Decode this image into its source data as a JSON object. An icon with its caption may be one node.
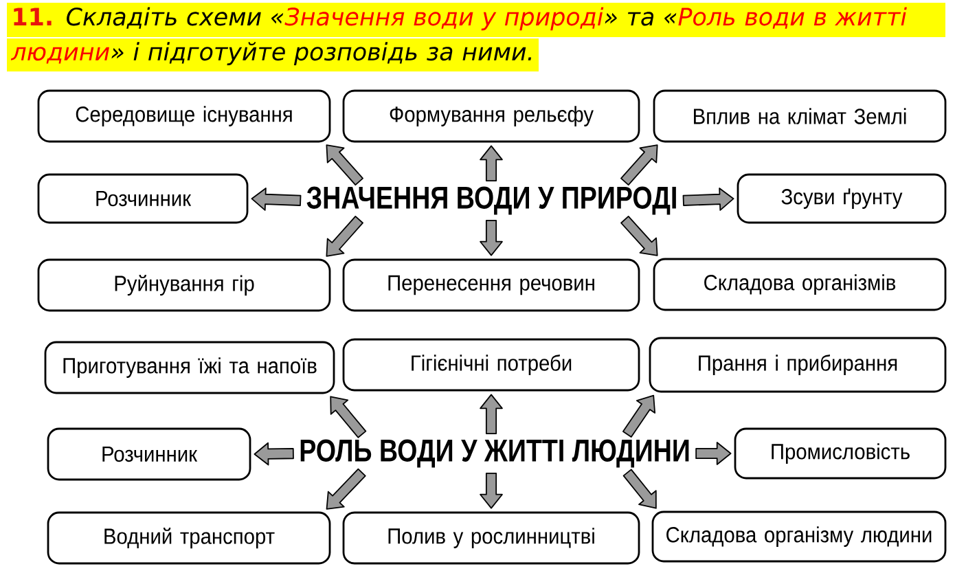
{
  "diagram": {
    "title": "**11.** Складіть схеми «Значення води у природі» та «Роль води в житті людини» і підготуйте розповідь за ними.",
    "nodes": [
      {
        "text": [
          "Середовище існування"
        ]
      },
      {
        "text": [
          "Формування рельєфу"
        ]
      },
      {
        "text": [
          "Вплив на клімат Землі"
        ]
      },
      {
        "text": [
          "Розчинник"
        ]
      },
      {
        "text": [
          "ЗНАЧЕННЯ ВОДИ У ПРИРОДІ"
        ]
      },
      {
        "text": [
          "Зсуви ґрунту"
        ]
      },
      {
        "text": [
          "Руйнування гір"
        ]
      },
      {
        "text": [
          "Перенесення речовин"
        ]
      },
      {
        "text": [
          "Складова організмів"
        ]
      },
      {
        "text": [
          "Приготування їжі та напоїв"
        ]
      },
      {
        "text": [
          "Гігієнічні потреби"
        ]
      },
      {
        "text": [
          "Прання і прибирання"
        ]
      },
      {
        "text": [
          "Розчинник"
        ]
      },
      {
        "text": [
          "РОЛЬ ВОДИ У ЖИТТІ ЛЮДИНИ"
        ]
      },
      {
        "text": [
          "Промисловість"
        ]
      },
      {
        "text": [
          "Водний транспорт"
        ]
      },
      {
        "text": [
          "Полив у рослинництві"
        ]
      },
      {
        "text": [
          "Складова організму людини"
        ]
      }
    ],
    "edges": [
      {
        "from": 4,
        "to": 0,
        "arrow": "to"
      },
      {
        "from": 4,
        "to": 1,
        "arrow": "to"
      },
      {
        "from": 4,
        "to": 2,
        "arrow": "to"
      },
      {
        "from": 4,
        "to": 3,
        "arrow": "to"
      },
      {
        "from": 4,
        "to": 5,
        "arrow": "to"
      },
      {
        "from": 4,
        "to": 6,
        "arrow": "to"
      },
      {
        "from": 4,
        "to": 7,
        "arrow": "to"
      },
      {
        "from": 4,
        "to": 8,
        "arrow": "to"
      },
      {
        "from": 13,
        "to": 9,
        "arrow": "to"
      },
      {
        "from": 13,
        "to": 10,
        "arrow": "to"
      },
      {
        "from": 13,
        "to": 11,
        "arrow": "to"
      },
      {
        "from": 13,
        "to": 12,
        "arrow": "to"
      },
      {
        "from": 13,
        "to": 14,
        "arrow": "to"
      },
      {
        "from": 13,
        "to": 15,
        "arrow": "to"
      },
      {
        "from": 13,
        "to": 16,
        "arrow": "to"
      },
      {
        "from": 13,
        "to": 17,
        "arrow": "to"
      }
    ]
  }
}
